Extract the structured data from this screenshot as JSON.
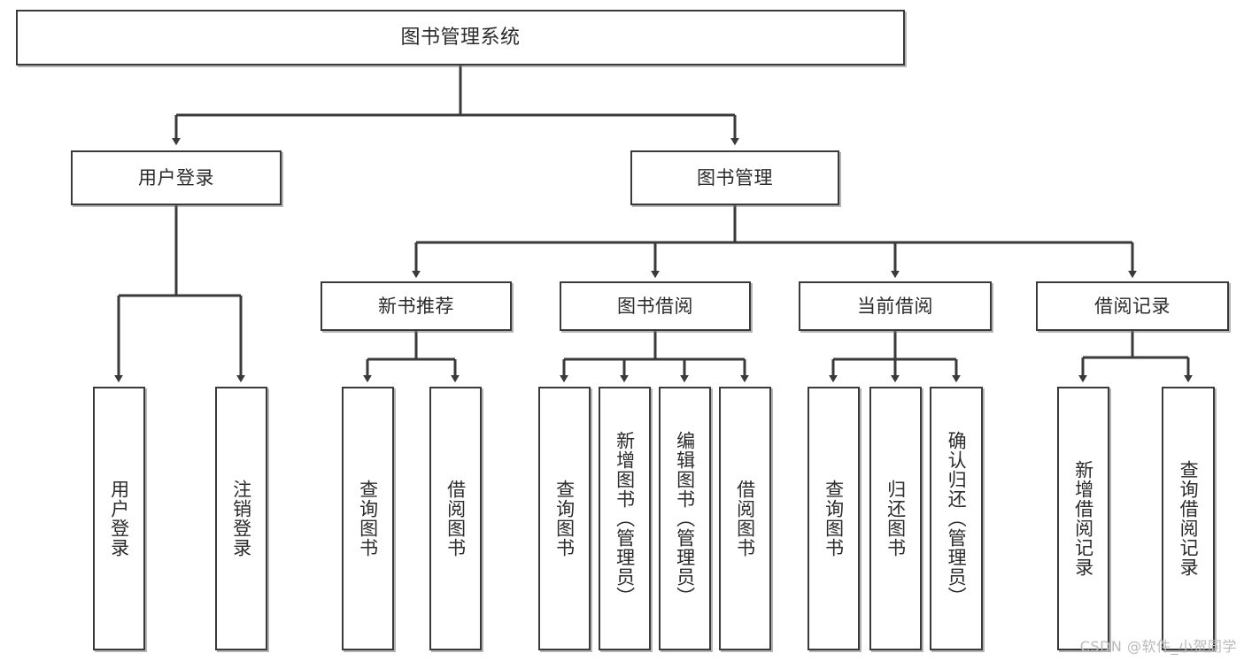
{
  "diagram": {
    "title": "图书管理系统",
    "type": "tree",
    "root": {
      "label": "图书管理系统"
    },
    "level2": [
      {
        "label": "用户登录"
      },
      {
        "label": "图书管理"
      }
    ],
    "level3": [
      {
        "label": "新书推荐"
      },
      {
        "label": "图书借阅"
      },
      {
        "label": "当前借阅"
      },
      {
        "label": "借阅记录"
      }
    ],
    "leaves": {
      "user_login": [
        {
          "label": "用户登录"
        },
        {
          "label": "注销登录"
        }
      ],
      "new_book": [
        {
          "label": "查询图书"
        },
        {
          "label": "借阅图书"
        }
      ],
      "book_borrow": [
        {
          "label": "查询图书"
        },
        {
          "label": "新增图书（管理员）"
        },
        {
          "label": "编辑图书（管理员）"
        },
        {
          "label": "借阅图书"
        }
      ],
      "current_borrow": [
        {
          "label": "查询图书"
        },
        {
          "label": "归还图书"
        },
        {
          "label": "确认归还（管理员）"
        }
      ],
      "borrow_record": [
        {
          "label": "新增借阅记录"
        },
        {
          "label": "查询借阅记录"
        }
      ]
    }
  },
  "watermark": {
    "text": "CSDN @软件_小贺同学"
  },
  "colors": {
    "border": "#3a3a3a",
    "text": "#2b2b2b",
    "background": "#ffffff",
    "watermark": "#b9b9b9"
  }
}
